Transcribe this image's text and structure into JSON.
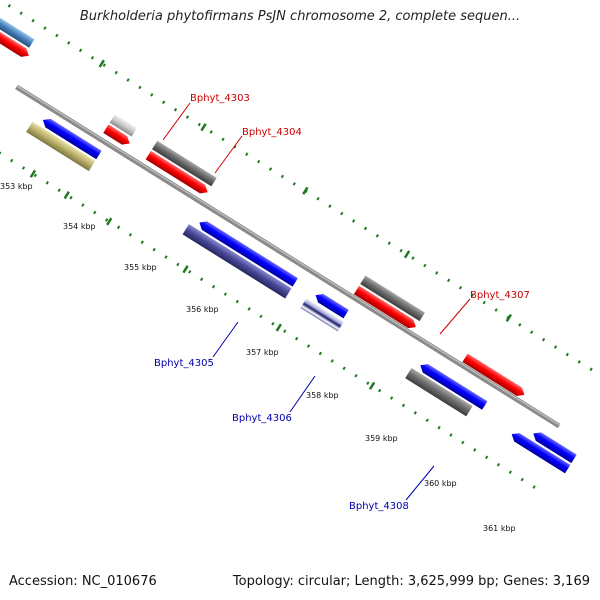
{
  "title": "Burkholderia phytofirmans PsJN chromosome 2, complete sequen...",
  "footer": {
    "accession": "Accession: NC_010676",
    "topology": "Topology: circular; Length: 3,625,999 bp; Genes: 3,169"
  },
  "ticks": [
    {
      "label": "353 kbp"
    },
    {
      "label": "354 kbp"
    },
    {
      "label": "355 kbp"
    },
    {
      "label": "356 kbp"
    },
    {
      "label": "357 kbp"
    },
    {
      "label": "358 kbp"
    },
    {
      "label": "359 kbp"
    },
    {
      "label": "360 kbp"
    },
    {
      "label": "361 kbp"
    }
  ],
  "gene_labels": [
    {
      "name": "Bphyt_4303",
      "color": "#cc0000"
    },
    {
      "name": "Bphyt_4304",
      "color": "#cc0000"
    },
    {
      "name": "Bphyt_4307",
      "color": "#cc0000"
    },
    {
      "name": "Bphyt_4305",
      "color": "#0000aa"
    },
    {
      "name": "Bphyt_4306",
      "color": "#0000aa"
    },
    {
      "name": "Bphyt_4308",
      "color": "#0000aa"
    }
  ],
  "legend_colors": {
    "forward_cds": "#ff0000",
    "reverse_cds": "#0000ff",
    "other_a": "#6e6e6e",
    "other_b": "#4a4a9a",
    "other_c": "#bdb46e",
    "other_d": "#4a86c0",
    "backbone": "#8a8a8a",
    "tick_mark": "#1f7a1f"
  }
}
